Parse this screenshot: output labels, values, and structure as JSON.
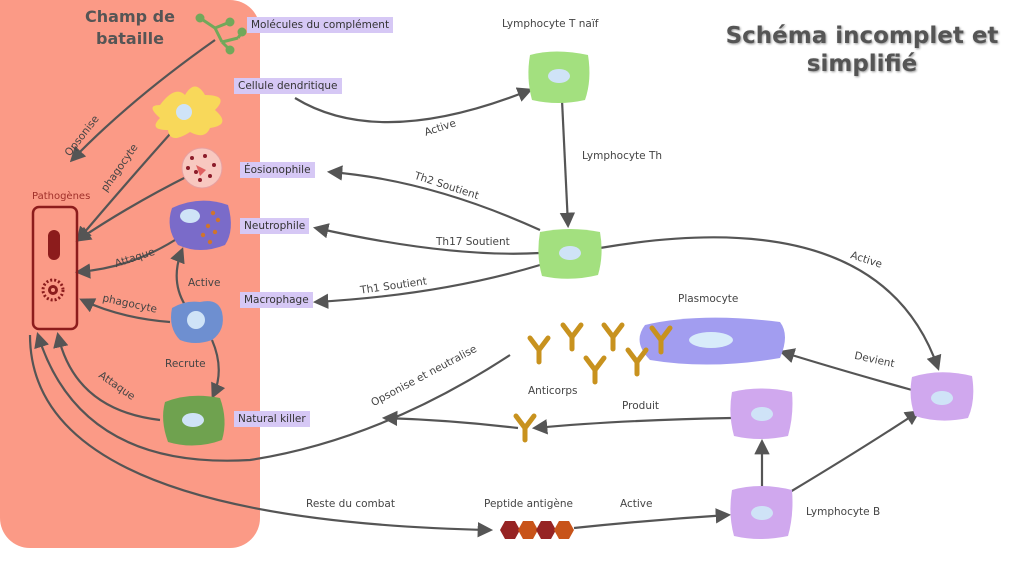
{
  "title": "Schéma incomplet et simplifié",
  "battlefield": {
    "title": "Champ de bataille",
    "color": "#fb9a86"
  },
  "pathogens": {
    "label": "Pathogènes"
  },
  "cells": {
    "complement": "Molécules du complément",
    "dendritic": "Cellule dendritique",
    "eosinophil": "Éosionophile",
    "neutrophil": "Neutrophile",
    "macrophage": "Macrophage",
    "nk": "Natural killer",
    "naive_t": "Lymphocyte T naïf",
    "th": "Lymphocyte Th",
    "plasmocyte": "Plasmocyte",
    "antibodies": "Anticorps",
    "b_cell": "Lymphocyte B",
    "peptide": "Peptide antigène"
  },
  "edges": {
    "opsonise": "Opsonise",
    "phagocyte1": "phagocyte",
    "attaque1": "Attaque",
    "active_mac": "Active",
    "phagocyte2": "phagocyte",
    "recrute": "Recrute",
    "attaque2": "Attaque",
    "active_dc": "Active",
    "th2": "Th2 Soutient",
    "th17": "Th17 Soutient",
    "th1": "Th1 Soutient",
    "active_b": "Active",
    "devient": "Devient",
    "produit": "Produit",
    "opsonise_neutralise": "Opsonise et neutralise",
    "reste": "Reste du combat",
    "active_pep": "Active"
  },
  "colors": {
    "label_bg": "#d6c8f5",
    "arrow": "#555555",
    "t_cell": "#a3e07f",
    "b_cell": "#d0a8ee",
    "plasmocyte": "#a29df0",
    "antibody": "#c8921e"
  }
}
